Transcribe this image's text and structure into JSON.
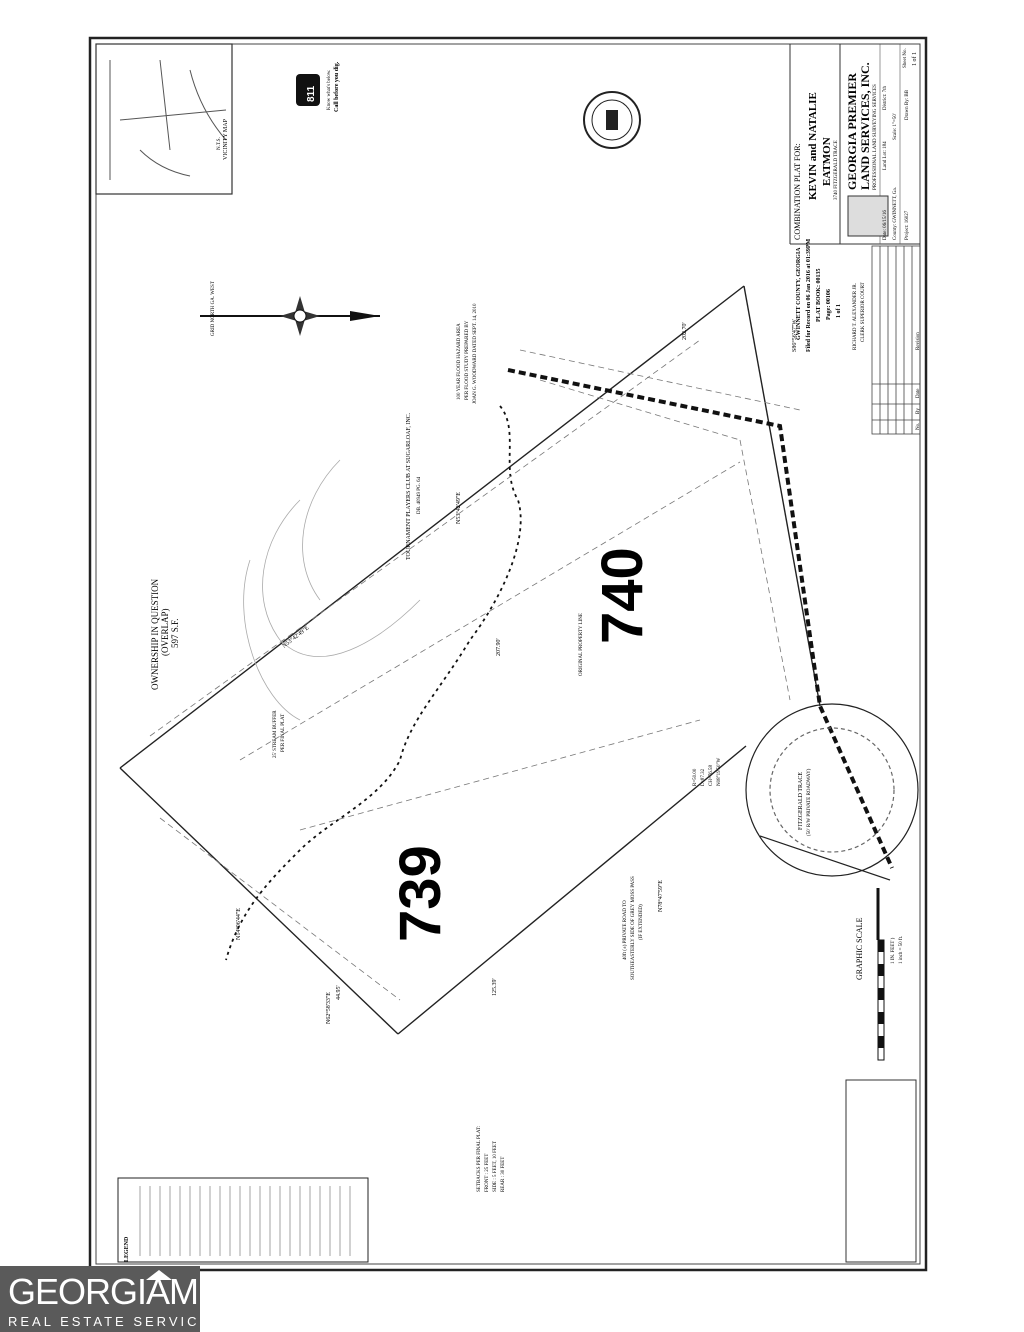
{
  "plat": {
    "title_block": {
      "label": "COMBINATION PLAT FOR:",
      "client": "KEVIN and NATALIE",
      "client2": "EATMON",
      "address": "3740 FITZGERALD TRACE",
      "company": "GEORGIA PREMIER",
      "company2": "LAND SERVICES, INC.",
      "subtitle": "PROFESSIONAL LAND SURVEYING SERVICES",
      "date": "Date: 06/15/16",
      "land_lot": "Land Lot: 184",
      "district": "District: 7th",
      "county": "County: GWINNETT, Ga.",
      "scale": "Scale: 1\"=50'",
      "sheet": "Sheet No.",
      "sheet_value": "1 of 1",
      "drawn_by": "Drawn By: BB",
      "project": "Project: 16027"
    },
    "revisions": {
      "no": "No.",
      "by": "By",
      "date": "Date",
      "revision": "Revision"
    },
    "lots": {
      "left": "739",
      "right": "740"
    },
    "recording": {
      "county": "GWINNETT COUNTY, GEORGIA",
      "filed": "Filed for Record on 06 Jan 2016 at 01:39PM",
      "book": "PLAT BOOK: 00135",
      "page": "Page: 00106",
      "of": "1 of 1",
      "clerk": "RICHARD T. ALEXANDER JR.",
      "clerk_title": "CLERK SUPERIOR COURT"
    },
    "labels": {
      "ownership": "OWNERSHIP IN QUESTION",
      "overlap": "(OVERLAP)",
      "overlap_area": "597 S.F.",
      "north": "GRID NORTH GA. WEST",
      "scale_title": "GRAPHIC SCALE",
      "scale_unit": "1 IN. FEET )",
      "scale_inch": "1 inch = 50 ft.",
      "fitz": "FITZGERALD TRACE",
      "row": "(50' R/W PRIVATE ROADWAY)",
      "vicinity": "VICINITY MAP",
      "vic_nts": "N.T.S.",
      "legend": "LEGEND",
      "know": "Know what's below.",
      "call": "Call before you dig.",
      "eight11": "811",
      "bearing_1": "N53°42'49\"E",
      "bearing_2": "N53°42'49\"E",
      "bearing_3": "S86°56'47\"W",
      "bearing_4": "N78°47'59\"E",
      "bearing_5": "N62°58'33\"E",
      "bearing_6": "N14°06'44\"E",
      "dist_1": "207.90'",
      "dist_2": "44.95'",
      "dist_3": "125.39'",
      "dist_4": "202.70'",
      "flood_1": "100 YEAR FLOOD HAZARD AREA",
      "flood_2": "PER FLOOD STUDY PREPARED BY",
      "flood_3": "JOAN G. WOODWARD DATED SEPT. 14, 2010",
      "tournament": "TOURNAMENT PLAYERS CLUB AT SUGARLOAF, INC.",
      "tournament2": "DB. 40949 PG. 64",
      "original": "ORIGINAL PROPERTY LINE",
      "buffer": "25' STREAM BUFFER",
      "buffer2": "PER FINAL PLAT",
      "setbacks": "SETBACKS PER FINAL PLAT:",
      "front": "FRONT : 25 FEET",
      "side": "SIDE : 5 FEET, 10 FEET",
      "rear": "REAR : 30 FEET",
      "curve_r": "R=50.00",
      "curve_l": "L=87.32",
      "curve_ch": "CH=76.58",
      "curve_b": "N08°19'50\"W",
      "private_road": "40ft (±) PRIVATE ROAD TO",
      "private_road2": "SOUTHEASTERLY SIDE OF GREY MOSS PASS",
      "private_road3": "(IF EXTENDED)"
    }
  }
}
